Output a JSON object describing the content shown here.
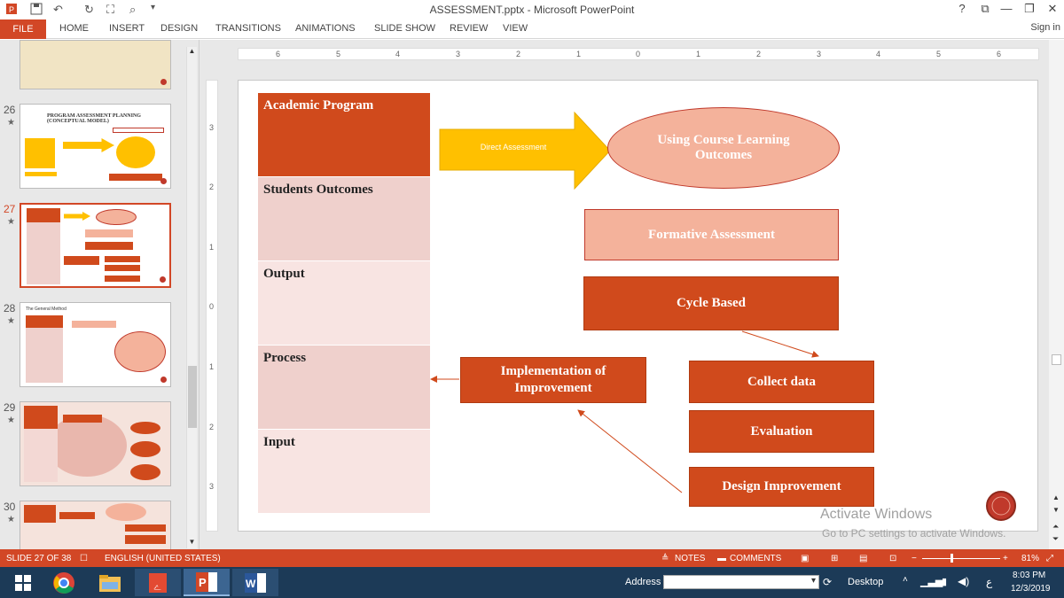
{
  "window": {
    "title": "ASSESSMENT.pptx - Microsoft PowerPoint",
    "help": "?",
    "minimize": "—",
    "restore": "❐",
    "close": "✕"
  },
  "ribbon": {
    "file": "FILE",
    "tabs": [
      "HOME",
      "INSERT",
      "DESIGN",
      "TRANSITIONS",
      "ANIMATIONS",
      "SLIDE SHOW",
      "REVIEW",
      "VIEW"
    ],
    "signin": "Sign in"
  },
  "thumbnails": [
    {
      "num": "26",
      "title": "PROGRAM ASSESSMENT PLANNING (CONCEPTUAL MODEL)"
    },
    {
      "num": "27",
      "title": ""
    },
    {
      "num": "28",
      "title": "The General Method"
    },
    {
      "num": "29",
      "title": ""
    },
    {
      "num": "30",
      "title": ""
    }
  ],
  "ruler": {
    "h": [
      "6",
      "5",
      "4",
      "3",
      "2",
      "1",
      "0",
      "1",
      "2",
      "3",
      "4",
      "5",
      "6"
    ],
    "v": [
      "3",
      "2",
      "1",
      "0",
      "1",
      "2",
      "3"
    ]
  },
  "slide": {
    "column": {
      "academic_program": "Academic Program",
      "students_outcomes": "Students Outcomes",
      "output": "Output",
      "process": "Process",
      "input": "Input"
    },
    "direct_assessment": "Direct Assessment",
    "using_course": "Using Course Learning Outcomes",
    "formative_assessment": "Formative Assessment",
    "cycle_based": "Cycle Based",
    "collect_data": "Collect data",
    "evaluation": "Evaluation",
    "design_improvement": "Design Improvement",
    "implementation": "Implementation of Improvement",
    "colors": {
      "orange": "#d04a1c",
      "light_pink": "#f4b29b",
      "yellow": "#ffc000",
      "pink_row1": "#efd0cc",
      "pink_row2": "#f8e4e2"
    }
  },
  "activation": {
    "line1": "Activate Windows",
    "line2": "Go to PC settings to activate Windows."
  },
  "status": {
    "slide_count": "SLIDE 27 OF 38",
    "language": "ENGLISH (UNITED STATES)",
    "notes": "NOTES",
    "comments": "COMMENTS",
    "zoom": "81%"
  },
  "taskbar": {
    "address_label": "Address",
    "desktop_label": "Desktop",
    "time": "8:03 PM",
    "date": "12/3/2019",
    "lang": "ع"
  }
}
